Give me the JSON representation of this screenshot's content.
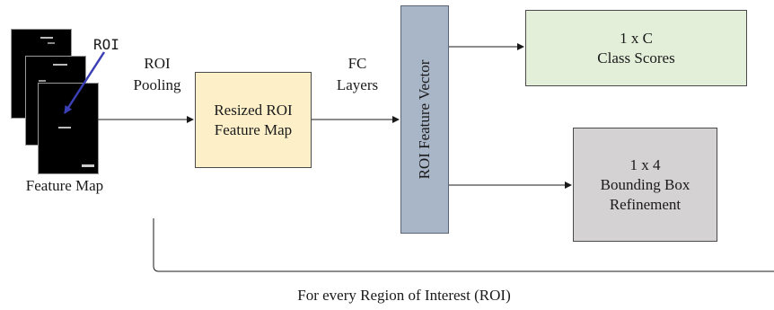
{
  "feature_map": {
    "caption": "Feature Map",
    "roi_tag": "ROI"
  },
  "roi_pooling": {
    "line1": "ROI",
    "line2": "Pooling"
  },
  "resized_box": {
    "line1": "Resized ROI",
    "line2": "Feature Map"
  },
  "fc_layers": {
    "line1": "FC",
    "line2": "Layers"
  },
  "roi_vector": {
    "label": "ROI Feature Vector"
  },
  "class_scores": {
    "line1": "1 x C",
    "line2": "Class Scores"
  },
  "bbox_refine": {
    "line1": "1 x 4",
    "line2": "Bounding Box",
    "line3": "Refinement"
  },
  "footer": {
    "text": "For every Region of Interest (ROI)"
  },
  "colors": {
    "resized_box": "#fdf0c9",
    "class_box": "#e3efd9",
    "bbox_box": "#d4d2d2",
    "vector_bar": "#a9b6c8",
    "roi_arrow": "#3b3fb5"
  }
}
